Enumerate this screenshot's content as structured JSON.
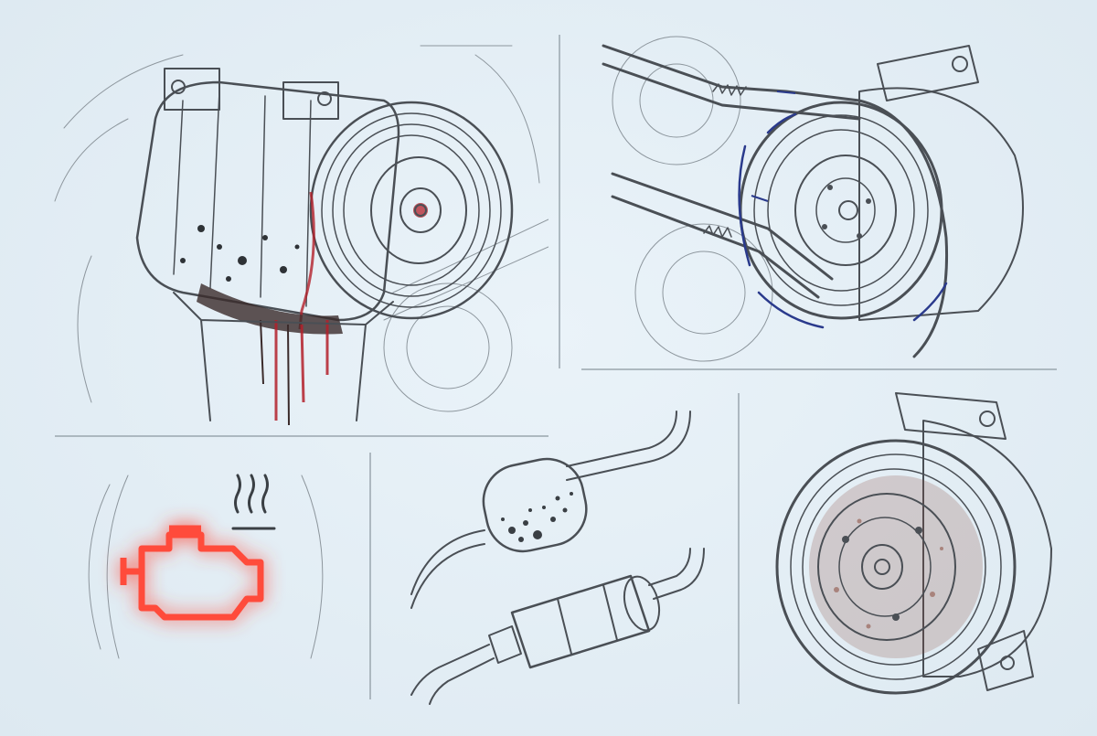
{
  "colors": {
    "background": "#e4eef5",
    "pencil": "#4a4f55",
    "leak_red": "#b3202a",
    "warning_red": "#ff4b3a",
    "motion_blue": "#2a3a8c",
    "rust": "#8a4a3c"
  },
  "panels": [
    {
      "id": "leaking-compressor",
      "icon": "ac-compressor-oil-leak-icon"
    },
    {
      "id": "frayed-serpentine-belt",
      "icon": "cracked-belt-pulley-icon"
    },
    {
      "id": "check-engine-light",
      "icon": "engine-warning-light-icon"
    },
    {
      "id": "contaminated-filter-drier",
      "icon": "debris-filter-drier-icon"
    },
    {
      "id": "worn-compressor-clutch",
      "icon": "rusted-clutch-plate-icon"
    }
  ]
}
